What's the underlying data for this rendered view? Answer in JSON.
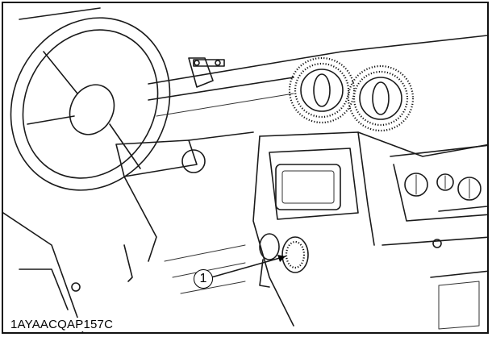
{
  "figure": {
    "image_code": "1AYAACQAP157C",
    "callout_number": "1",
    "callout_target": "power-outlet",
    "parts_depicted": [
      "steering-wheel",
      "steering-column",
      "shift-lever",
      "air-vent-left",
      "air-vent-right",
      "display-panel",
      "power-outlet",
      "climate-controls",
      "glove-box"
    ]
  }
}
